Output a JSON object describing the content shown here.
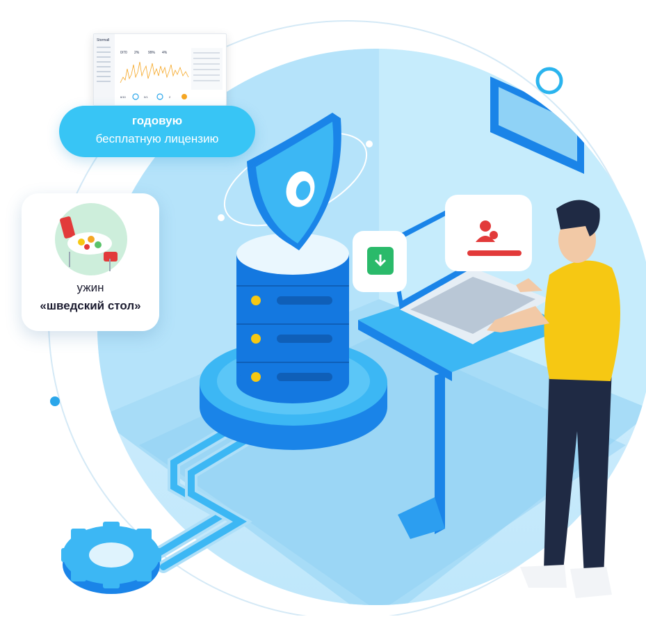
{
  "license_pill": {
    "line1": "годовую",
    "line2": "бесплатную лицензию"
  },
  "dinner_card": {
    "line1": "ужин",
    "line2": "«шведский стол»"
  },
  "dashboard_preview": {
    "brand": "Stormall",
    "stats": [
      "0/70",
      "2%",
      "99%",
      "4%"
    ],
    "bottom_stats": [
      "6/10",
      "0/1",
      "2"
    ]
  },
  "colors": {
    "accent": "#38c5f5",
    "primary_blue": "#1a84e8",
    "light_blue": "#bfe6fb",
    "yellow_shirt": "#f6c813",
    "navy": "#1f2a44"
  }
}
